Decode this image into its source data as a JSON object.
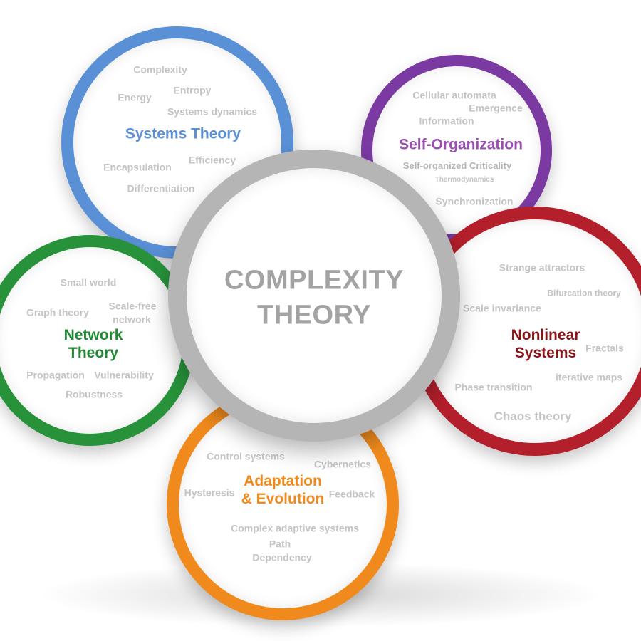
{
  "center": {
    "line1": "COMPLEXITY",
    "line2": "THEORY"
  },
  "colors": {
    "systems": "#5a90d6",
    "self_organization": "#7a3aa2",
    "nonlinear": "#b31f2b",
    "network": "#27923a",
    "adaptation": "#f08a1c",
    "center": "#b5b5b5",
    "term_text": "#c4c4c4"
  },
  "systems_theory": {
    "title": "Systems Theory",
    "terms": [
      "Complexity",
      "Energy",
      "Entropy",
      "Systems dynamics",
      "Efficiency",
      "Encapsulation",
      "Differentiation"
    ]
  },
  "self_organization": {
    "title": "Self-Organization",
    "terms": [
      "Cellular automata",
      "Emergence",
      "Information",
      "Self-organized Criticality",
      "Thermodynamics",
      "Synchronization"
    ]
  },
  "nonlinear_systems": {
    "title_line1": "Nonlinear",
    "title_line2": "Systems",
    "terms": [
      "Strange attractors",
      "Bifurcation theory",
      "Scale invariance",
      "Fractals",
      "iterative maps",
      "Phase transition",
      "Chaos theory"
    ]
  },
  "network_theory": {
    "title_line1": "Network",
    "title_line2": "Theory",
    "terms": [
      "Small world",
      "Graph theory",
      "Scale-free",
      "network",
      "Propagation",
      "Vulnerability",
      "Robustness"
    ]
  },
  "adaptation_evolution": {
    "title_line1": "Adaptation",
    "title_line2": "& Evolution",
    "terms": [
      "Control systems",
      "Cybernetics",
      "Hysteresis",
      "Feedback",
      "Complex adaptive systems",
      "Path",
      "Dependency"
    ]
  }
}
